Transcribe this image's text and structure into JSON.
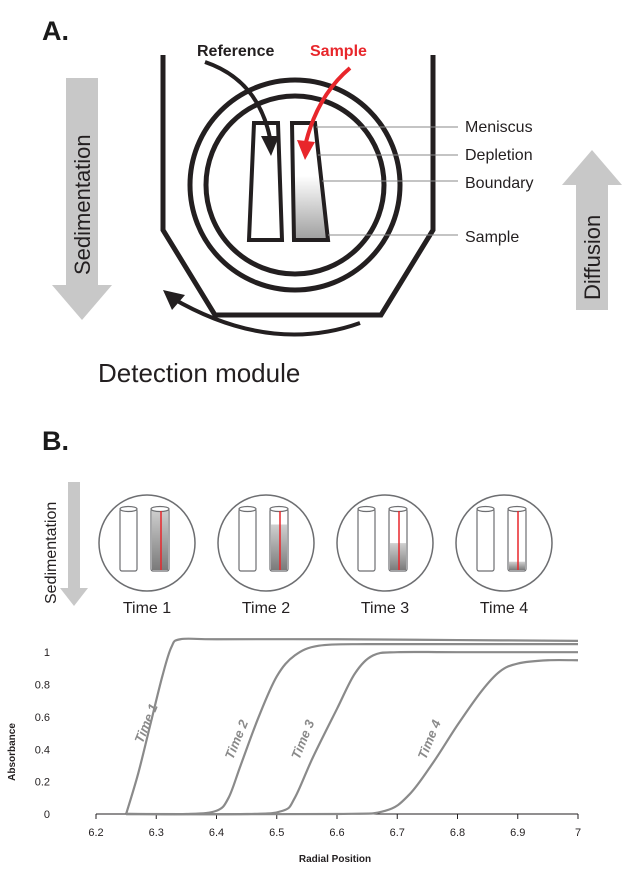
{
  "panel_a": {
    "label": "A.",
    "reference_label": "Reference",
    "sample_label": "Sample",
    "callouts": [
      "Meniscus",
      "Depletion",
      "Boundary",
      "Sample"
    ],
    "sedimentation_label": "Sedimentation",
    "diffusion_label": "Diffusion",
    "detection_label": "Detection module"
  },
  "panel_b": {
    "label": "B.",
    "sedimentation_label": "Sedimentation",
    "times": [
      "Time 1",
      "Time 2",
      "Time 3",
      "Time 4"
    ],
    "cell_fill_fraction": [
      0.0,
      0.25,
      0.55,
      0.85
    ]
  },
  "colors": {
    "red": "#e8262b",
    "gray_arrow": "#c8c8c8",
    "curve": "#8a8a8a",
    "dark": "#231f20"
  },
  "chart_data": {
    "type": "line",
    "xlabel": "Radial Position",
    "ylabel": "Absorbance",
    "xlim": [
      6.2,
      7
    ],
    "ylim": [
      0,
      1.1
    ],
    "x_ticks": [
      "6.2",
      "6.3",
      "6.4",
      "6.5",
      "6.6",
      "6.7",
      "6.8",
      "6.9",
      "7"
    ],
    "y_ticks": [
      "0",
      "0.2",
      "0.4",
      "0.6",
      "0.8",
      "1"
    ],
    "series": [
      {
        "name": "Time 1",
        "x": [
          6.25,
          6.27,
          6.29,
          6.31,
          6.325,
          6.34,
          6.4,
          6.6,
          6.8,
          7.0
        ],
        "y": [
          0,
          0.25,
          0.55,
          0.85,
          1.03,
          1.08,
          1.08,
          1.08,
          1.075,
          1.07
        ]
      },
      {
        "name": "Time 2",
        "x": [
          6.25,
          6.35,
          6.4,
          6.42,
          6.44,
          6.47,
          6.5,
          6.53,
          6.57,
          6.65,
          6.8,
          7.0
        ],
        "y": [
          0,
          0,
          0.02,
          0.1,
          0.3,
          0.6,
          0.85,
          0.98,
          1.04,
          1.05,
          1.05,
          1.05
        ]
      },
      {
        "name": "Time 3",
        "x": [
          6.25,
          6.45,
          6.51,
          6.53,
          6.56,
          6.6,
          6.63,
          6.66,
          6.7,
          6.8,
          7.0
        ],
        "y": [
          0,
          0,
          0.02,
          0.1,
          0.35,
          0.65,
          0.87,
          0.98,
          1.0,
          1.0,
          1.0
        ]
      },
      {
        "name": "Time 4",
        "x": [
          6.25,
          6.6,
          6.68,
          6.72,
          6.76,
          6.8,
          6.84,
          6.87,
          6.9,
          6.95,
          7.0
        ],
        "y": [
          0,
          0,
          0.02,
          0.12,
          0.32,
          0.55,
          0.76,
          0.88,
          0.93,
          0.95,
          0.95
        ]
      }
    ]
  }
}
